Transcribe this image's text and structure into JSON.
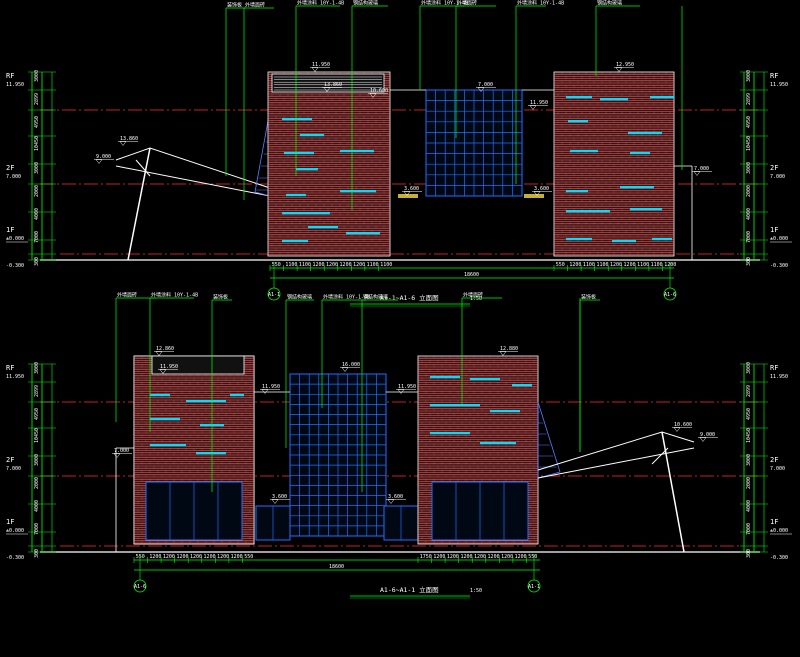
{
  "elevations": [
    {
      "title": "A1-1~A1-6 立面图",
      "scale": "1:50",
      "grid_left": "A1-1",
      "grid_right": "A1-6",
      "overall_dim": "18600",
      "levels": {
        "rf": "RF",
        "rf_elev": "11.950",
        "f2": "2F",
        "f2_elev": "7.000",
        "f1": "1F",
        "f1_elev": "±0.000",
        "ground": "-0.300"
      },
      "left_dims": [
        "3000",
        "2899",
        "4950",
        "10450",
        "3000",
        "2000",
        "4000",
        "7000",
        "300"
      ],
      "spot_elevations": [
        "13.860",
        "11.950",
        "10.600",
        "7.000",
        "3.600",
        "3.600",
        "7.000",
        "11.950",
        "12.950",
        "13.860",
        "9.000"
      ],
      "bottom_dims": [
        "550",
        "1100",
        "1100",
        "1200",
        "1200",
        "1200",
        "1200",
        "1100",
        "1100",
        "550",
        "1200",
        "1100",
        "1100",
        "1200",
        "1200",
        "1100",
        "1100",
        "1200"
      ],
      "callouts": [
        "装饰板",
        "外墙面砖",
        "外墙涂料 10Y-1-4B",
        "钢结构玻璃",
        "外墙涂料 10Y-1-4B",
        "外墙面砖",
        "外墙涂料 10Y-1-4B",
        "钢结构玻璃"
      ]
    },
    {
      "title": "A1-6~A1-1 立面图",
      "scale": "1:50",
      "grid_left": "A1-6",
      "grid_right": "A1-1",
      "overall_dim": "18600",
      "levels": {
        "rf": "RF",
        "rf_elev": "11.950",
        "f2": "2F",
        "f2_elev": "7.000",
        "f1": "1F",
        "f1_elev": "±0.000",
        "ground": "-0.300"
      },
      "left_dims": [
        "3000",
        "2899",
        "4950",
        "10450",
        "3000",
        "2000",
        "4000",
        "7000",
        "300"
      ],
      "spot_elevations": [
        "12.860",
        "11.950",
        "11.950",
        "16.000",
        "11.950",
        "12.880",
        "10.600",
        "9.000",
        "7.000",
        "3.600",
        "3.600"
      ],
      "bottom_dims": [
        "550",
        "1200",
        "1200",
        "1200",
        "1200",
        "1200",
        "1200",
        "1200",
        "550",
        "1750",
        "1200",
        "1200",
        "1200",
        "1200",
        "1200",
        "1200",
        "1200",
        "550"
      ],
      "callouts": [
        "外墙面砖",
        "外墙涂料 10Y-1-4B",
        "装饰板",
        "钢结构玻璃",
        "外墙涂料 10Y-1-4B",
        "钢结构玻璃",
        "外墙面砖",
        "装饰板"
      ]
    }
  ],
  "colors": {
    "background": "#000000",
    "brick_bg": "#3a1010",
    "brick_line": "#ff7a7a",
    "curtain_wall": "#1f6fff",
    "level_line": "#ff3030",
    "dimension": "#00ff00",
    "leader": "#00ff00",
    "outline": "#ffffff",
    "window_band": "#00ddff",
    "canopy_glass": "#5a7cff",
    "ground": "#ffffff"
  }
}
